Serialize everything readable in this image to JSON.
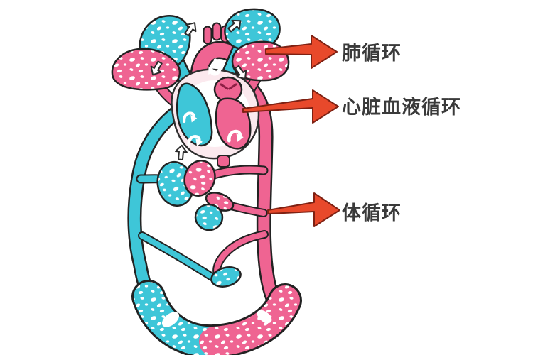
{
  "page": {
    "background": "#ffffff"
  },
  "annotations": {
    "arrow_color": "#E8492B",
    "arrow_outline": "#7E2113",
    "text_color": "#3A3A3A",
    "items": [
      {
        "id": "pulmonary-circulation",
        "label": "肺循环"
      },
      {
        "id": "cardiac-blood-circulation",
        "label": "心脏血液循环"
      },
      {
        "id": "systemic-circulation",
        "label": "体循环"
      }
    ]
  },
  "illustration": {
    "subject": "human-blood-circulation-diagram",
    "colors": {
      "deoxygenated_blood_teal": "#3EC6D8",
      "oxygenated_blood_pink": "#EF6492",
      "heart_sac_pale_pink": "#FBE9EE",
      "outline_dark": "#222222",
      "speckle_white": "#FFFFFF"
    }
  }
}
